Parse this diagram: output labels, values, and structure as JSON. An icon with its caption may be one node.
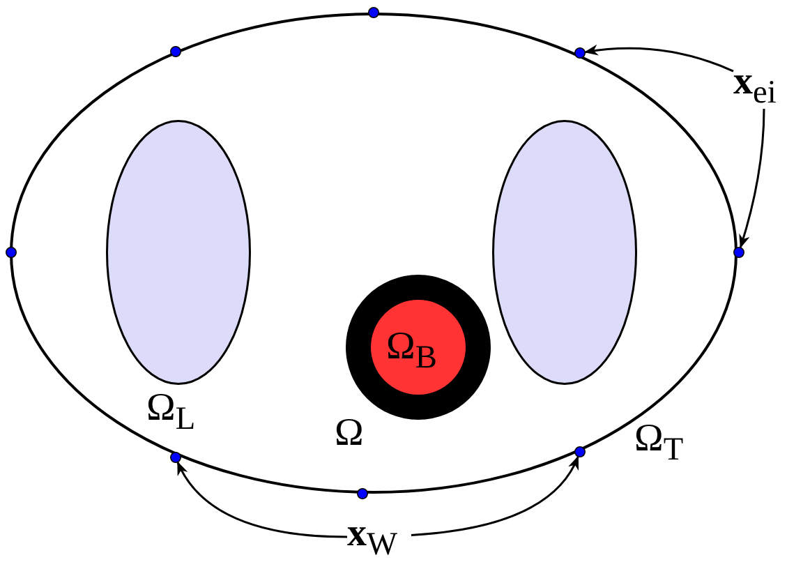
{
  "diagram": {
    "nodes": [
      {
        "text": [
          "Ω"
        ]
      },
      {
        "text": [
          "Ω$_{L}$"
        ],
        "in": 0
      },
      {
        "text": [],
        "shape": "ellipse",
        "in": 0
      },
      {
        "text": [],
        "shape": "circle",
        "in": 0
      },
      {
        "text": [
          "Ω$_{B}$"
        ],
        "in": 3
      },
      {
        "text": [],
        "shape": "circle"
      },
      {
        "text": [],
        "shape": "circle"
      },
      {
        "text": [],
        "shape": "circle"
      },
      {
        "text": [],
        "shape": "circle"
      },
      {
        "text": [],
        "shape": "circle"
      },
      {
        "text": [],
        "shape": "circle"
      },
      {
        "text": [],
        "shape": "circle"
      },
      {
        "text": [],
        "shape": "circle"
      },
      {
        "text": [
          "**x**$_{e}$$_{i}$"
        ]
      },
      {
        "text": [
          "**x**$_{W}$"
        ]
      }
    ],
    "edges": [
      {
        "from": 13,
        "to": 7,
        "arrow": "to"
      },
      {
        "from": 13,
        "to": 9,
        "arrow": "to"
      },
      {
        "from": 14,
        "to": 10,
        "arrow": "to"
      },
      {
        "from": 14,
        "to": 12,
        "arrow": "to"
      }
    ],
    "labels": [
      "Ω$_{T}$"
    ]
  }
}
